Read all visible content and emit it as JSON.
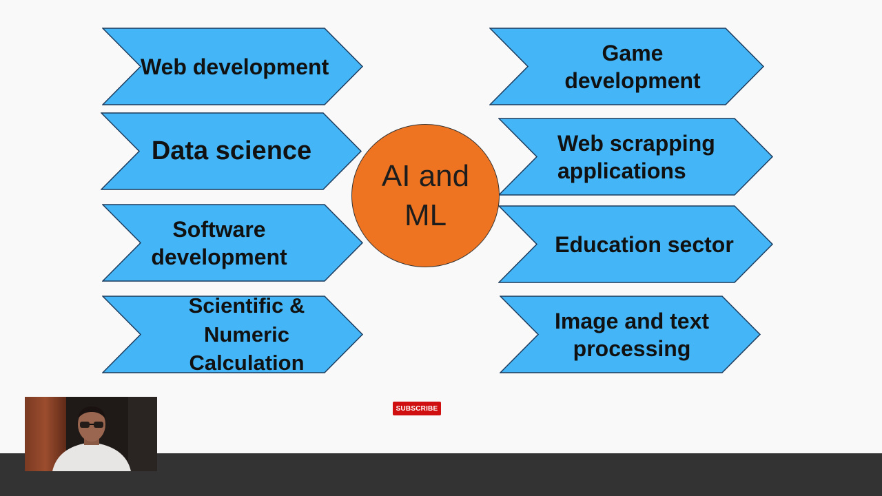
{
  "hub": {
    "label": "AI and\nML",
    "color": "#ee7422"
  },
  "left_tiles": [
    {
      "label": "Web development"
    },
    {
      "label": "Data science"
    },
    {
      "label": "Software\ndevelopment"
    },
    {
      "label": "Scientific &\nNumeric\nCalculation"
    }
  ],
  "right_tiles": [
    {
      "label": "Game\ndevelopment"
    },
    {
      "label": "Web scrapping\napplications"
    },
    {
      "label": "Education sector"
    },
    {
      "label": "Image and text\nprocessing"
    }
  ],
  "subscribe": {
    "label": "SUBSCRIBE"
  },
  "colors": {
    "tile_fill": "#44b6f7",
    "tile_stroke": "#1b3a5c",
    "subscribe_bg": "#d01010",
    "bottom_bar": "#333333"
  }
}
